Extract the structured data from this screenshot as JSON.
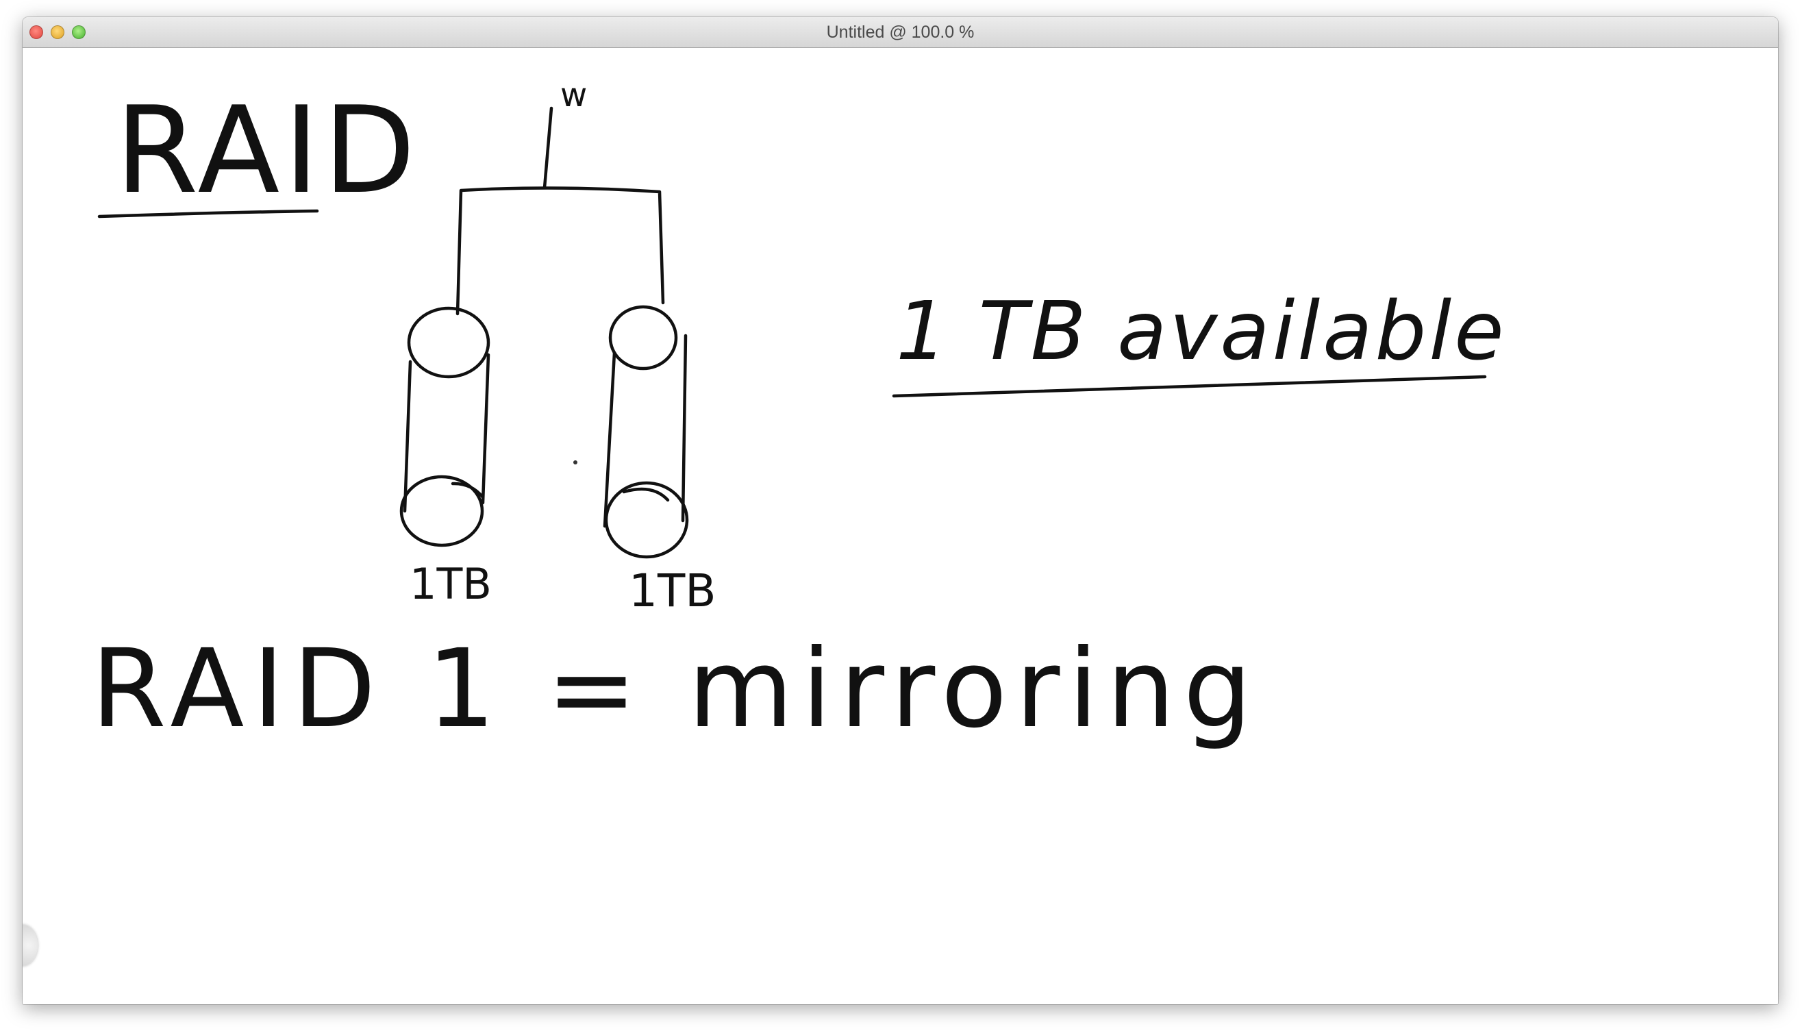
{
  "window": {
    "title": "Untitled @ 100.0 %",
    "buttons": [
      "close",
      "minimize",
      "maximize"
    ]
  },
  "drawing": {
    "title": "RAID",
    "write_label": "w",
    "disk_left_label": "1TB",
    "disk_right_label": "1TB",
    "capacity_note": "1 TB available",
    "definition": "RAID 1 = mirroring"
  },
  "colors": {
    "ink": "#111111",
    "background": "#ffffff",
    "titlebar": "#e2e2e2"
  }
}
